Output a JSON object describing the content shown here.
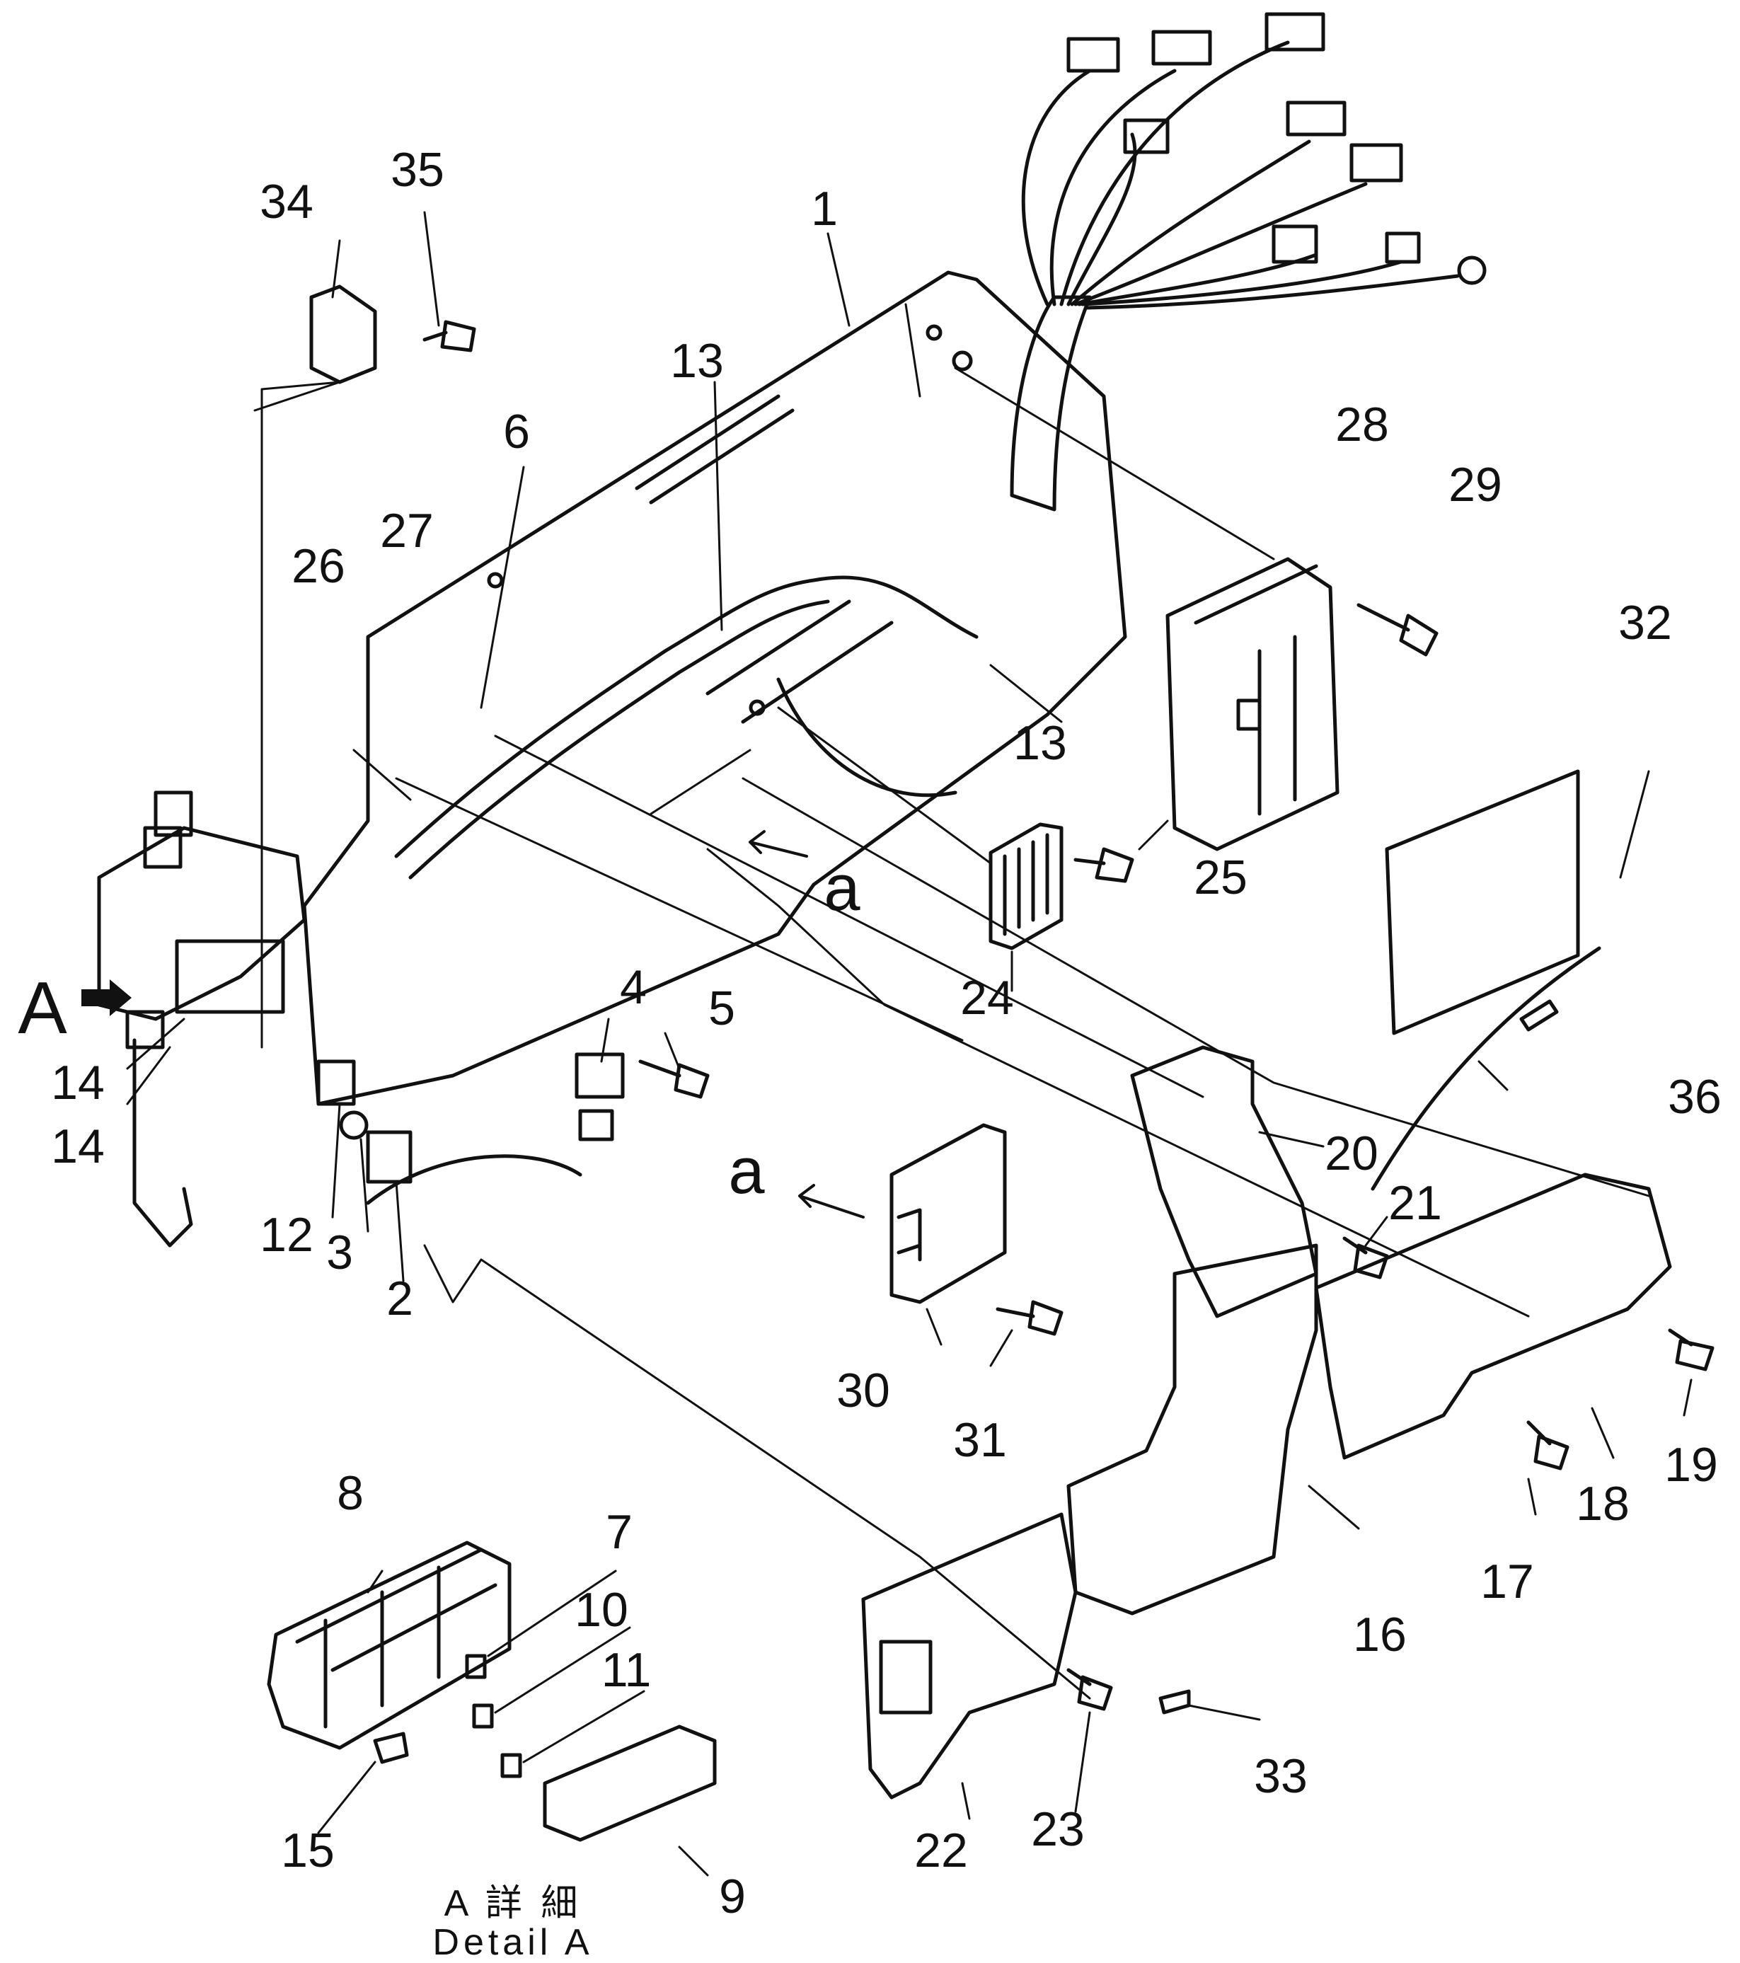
{
  "callouts": {
    "c1": "1",
    "c2": "2",
    "c3": "3",
    "c4": "4",
    "c5": "5",
    "c6": "6",
    "c7": "7",
    "c8": "8",
    "c9": "9",
    "c10": "10",
    "c11": "11",
    "c12": "12",
    "c13a": "13",
    "c13b": "13",
    "c14a": "14",
    "c14b": "14",
    "c15": "15",
    "c16": "16",
    "c17": "17",
    "c18": "18",
    "c19": "19",
    "c20": "20",
    "c21": "21",
    "c22": "22",
    "c23": "23",
    "c24": "24",
    "c25": "25",
    "c26": "26",
    "c27": "27",
    "c28": "28",
    "c29": "29",
    "c30": "30",
    "c31": "31",
    "c32": "32",
    "c33": "33",
    "c34": "34",
    "c35": "35",
    "c36": "36"
  },
  "view_marks": {
    "main": "A",
    "a_upper": "a",
    "a_lower": "a"
  },
  "detail": {
    "jp": "A 詳 細",
    "en": "Detail A"
  },
  "colors": {
    "ink": "#111111",
    "paper": "#ffffff"
  },
  "icons": {
    "view_arrow": "arrow-right-icon"
  }
}
